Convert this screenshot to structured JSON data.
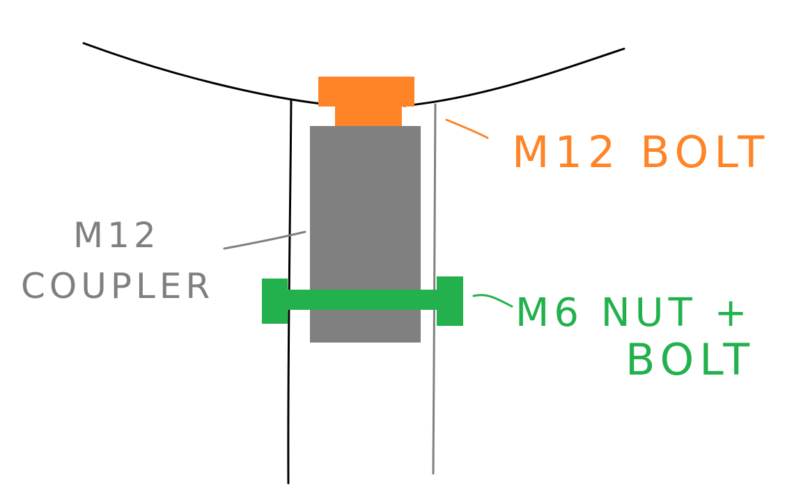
{
  "labels": {
    "bolt_label": "M12 BOLT",
    "coupler_label_line1": "M12",
    "coupler_label_line2": "COUPLER",
    "nut_label_line1": "M6 NUT +",
    "nut_label_line2": "BOLT"
  },
  "colors": {
    "bolt": "#fe8427",
    "coupler": "#808080",
    "coupler_label": "#7f7f7f",
    "nut_bolt": "#22b14c",
    "outline": "#000000",
    "tube_right": "#808080",
    "background": "#ffffff"
  }
}
